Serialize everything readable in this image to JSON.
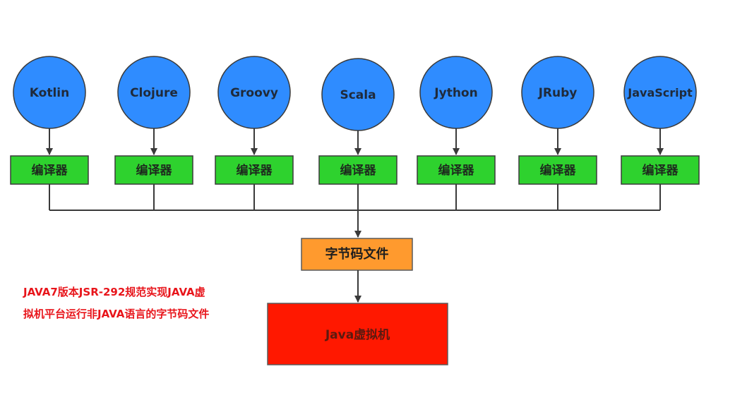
{
  "languages": [
    {
      "name": "Kotlin",
      "compiler": "编译器"
    },
    {
      "name": "Clojure",
      "compiler": "编译器"
    },
    {
      "name": "Groovy",
      "compiler": "编译器"
    },
    {
      "name": "Scala",
      "compiler": "编译器"
    },
    {
      "name": "Jython",
      "compiler": "编译器"
    },
    {
      "name": "JRuby",
      "compiler": "编译器"
    },
    {
      "name": "JavaScript",
      "compiler": "编译器"
    }
  ],
  "bytecode_label": "字节码文件",
  "jvm_label": "Java虚拟机",
  "note": {
    "line1": "JAVA7版本JSR-292规范实现JAVA虚",
    "line2": "拟机平台运行非JAVA语言的字节码文件"
  },
  "colors": {
    "language_circle": "#2f8cff",
    "compiler_box": "#2ed22e",
    "bytecode_box": "#ff9a2e",
    "jvm_box": "#ff1800",
    "note_text": "#e8151b",
    "connector": "#3a3a3a"
  }
}
